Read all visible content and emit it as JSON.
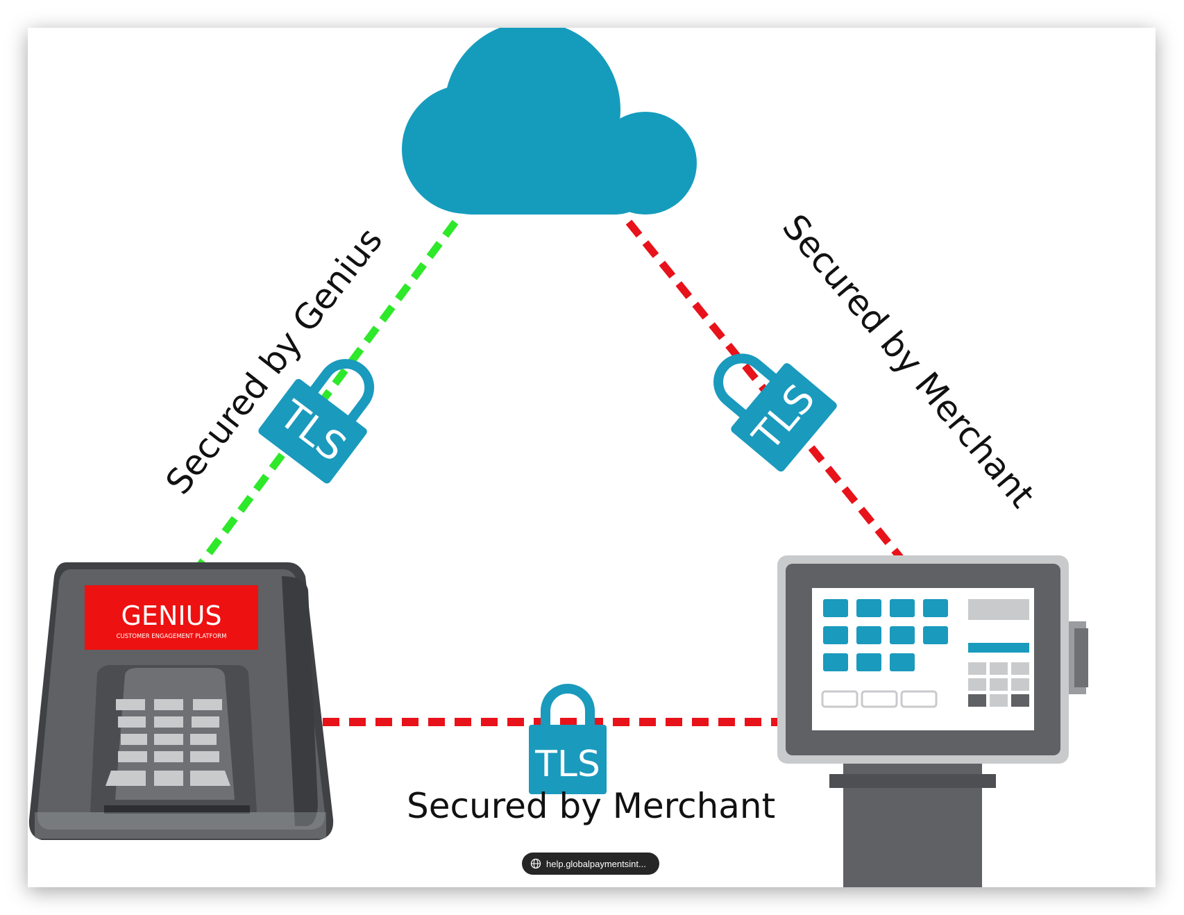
{
  "colors": {
    "cloud": "#159cbd",
    "lock": "#1a9abd",
    "link_secured_by_genius": "#2ee82a",
    "link_secured_by_merchant": "#e8121a",
    "device_body": "#5f6165",
    "genius_screen": "#ee1111",
    "pos_key_teal": "#1a9abd"
  },
  "labels": {
    "left_link": "Secured by Genius",
    "right_link": "Secured by Merchant",
    "bottom_link": "Secured by Merchant"
  },
  "locks": {
    "left": "TLS",
    "right": "TLS",
    "bottom": "TLS"
  },
  "genius_device": {
    "logo": "GENIUS",
    "tagline": "CUSTOMER ENGAGEMENT PLATFORM"
  },
  "url_bar": {
    "icon": "globe-icon",
    "text": "help.globalpaymentsint..."
  }
}
